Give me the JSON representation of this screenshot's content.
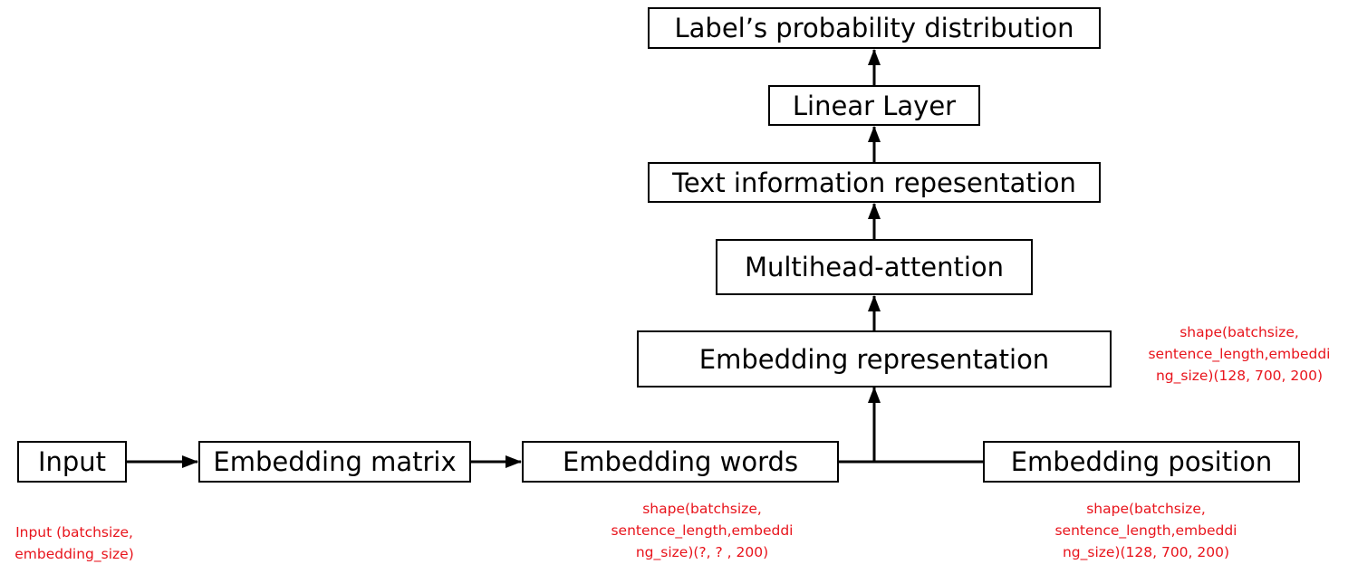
{
  "boxes": {
    "label_dist": "Label’s probability distribution",
    "linear": "Linear Layer",
    "text_info": "Text information repesentation",
    "multihead": "Multihead-attention",
    "emb_repr": "Embedding representation",
    "input": "Input",
    "emb_matrix": "Embedding matrix",
    "emb_words": "Embedding words",
    "emb_position": "Embedding position"
  },
  "notes": {
    "repr_shape": [
      "shape(batchsize,",
      "sentence_length,embeddi",
      "ng_size)(128, 700, 200)"
    ],
    "input_shape": [
      "Input (batchsize,",
      "embedding_size)"
    ],
    "words_shape": [
      "shape(batchsize,",
      "sentence_length,embeddi",
      "ng_size)(?, ? , 200)"
    ],
    "position_shape": [
      "shape(batchsize,",
      "sentence_length,embeddi",
      "ng_size)(128, 700, 200)"
    ]
  },
  "colors": {
    "annotation": "#e8141c",
    "stroke": "#000000"
  }
}
